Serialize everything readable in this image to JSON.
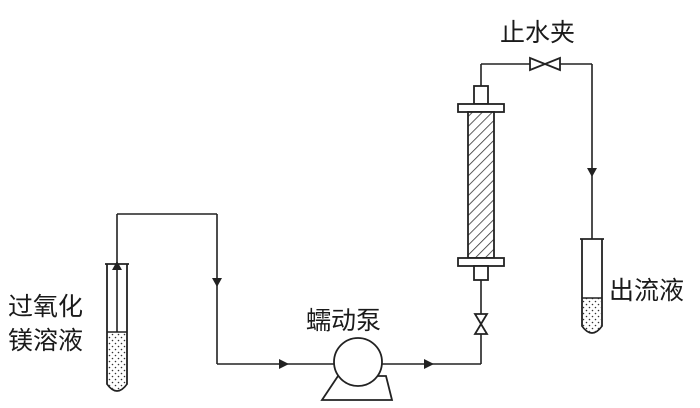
{
  "labels": {
    "source_line1": "过氧化",
    "source_line2": "镁溶液",
    "pump": "蠕动泵",
    "clamp": "止水夹",
    "effluent": "出流液"
  }
}
